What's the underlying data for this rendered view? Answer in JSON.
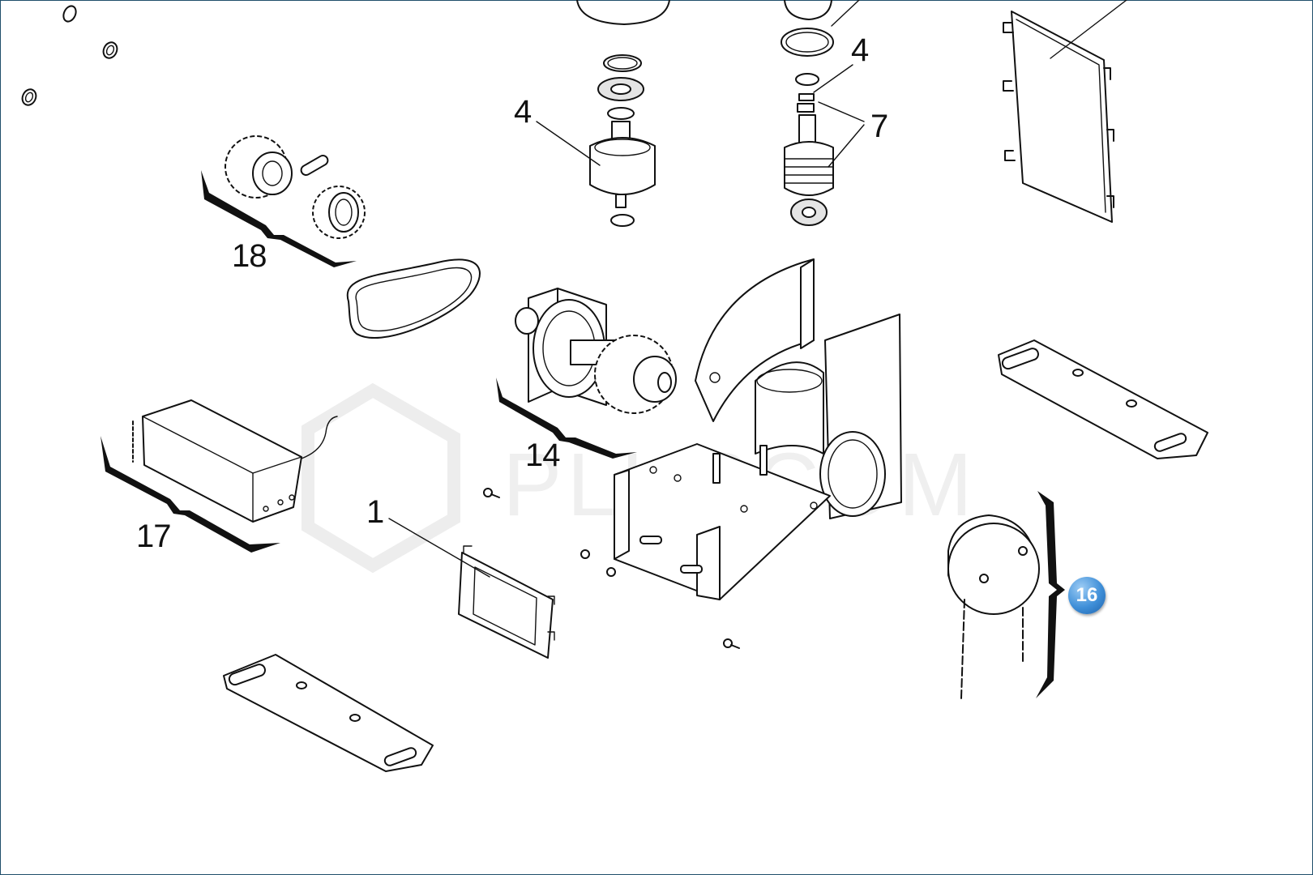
{
  "labels": {
    "part_1": "1",
    "part_4_left": "4",
    "part_4_right": "4",
    "part_7": "7",
    "part_14": "14",
    "part_16": "16",
    "part_17": "17",
    "part_18": "18"
  },
  "watermark": "PLUSCOM",
  "colors": {
    "badge": "#3f8fd8",
    "line": "#111111",
    "frame": "#1f4f6b"
  }
}
